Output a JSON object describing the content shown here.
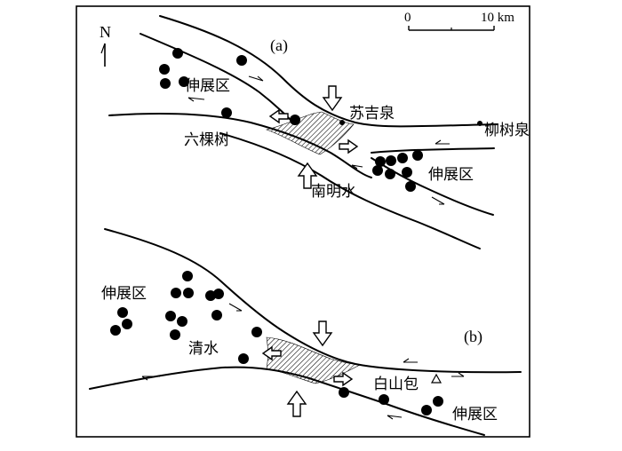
{
  "north_label": "N",
  "scale": {
    "zero": "0",
    "max": "10 km"
  },
  "panel_a": {
    "label": "(a)",
    "extension_left": "伸展区",
    "extension_right": "伸展区",
    "place_liukeshu": "六棵树",
    "place_sujiquan": "苏吉泉",
    "place_liushuquan": "柳树泉",
    "place_nanmingshui": "南明水"
  },
  "panel_b": {
    "label": "(b)",
    "extension_left": "伸展区",
    "extension_right": "伸展区",
    "place_qingshui": "清水",
    "place_baishanbao": "白山包"
  },
  "colors": {
    "line": "#000000",
    "background": "#ffffff"
  }
}
